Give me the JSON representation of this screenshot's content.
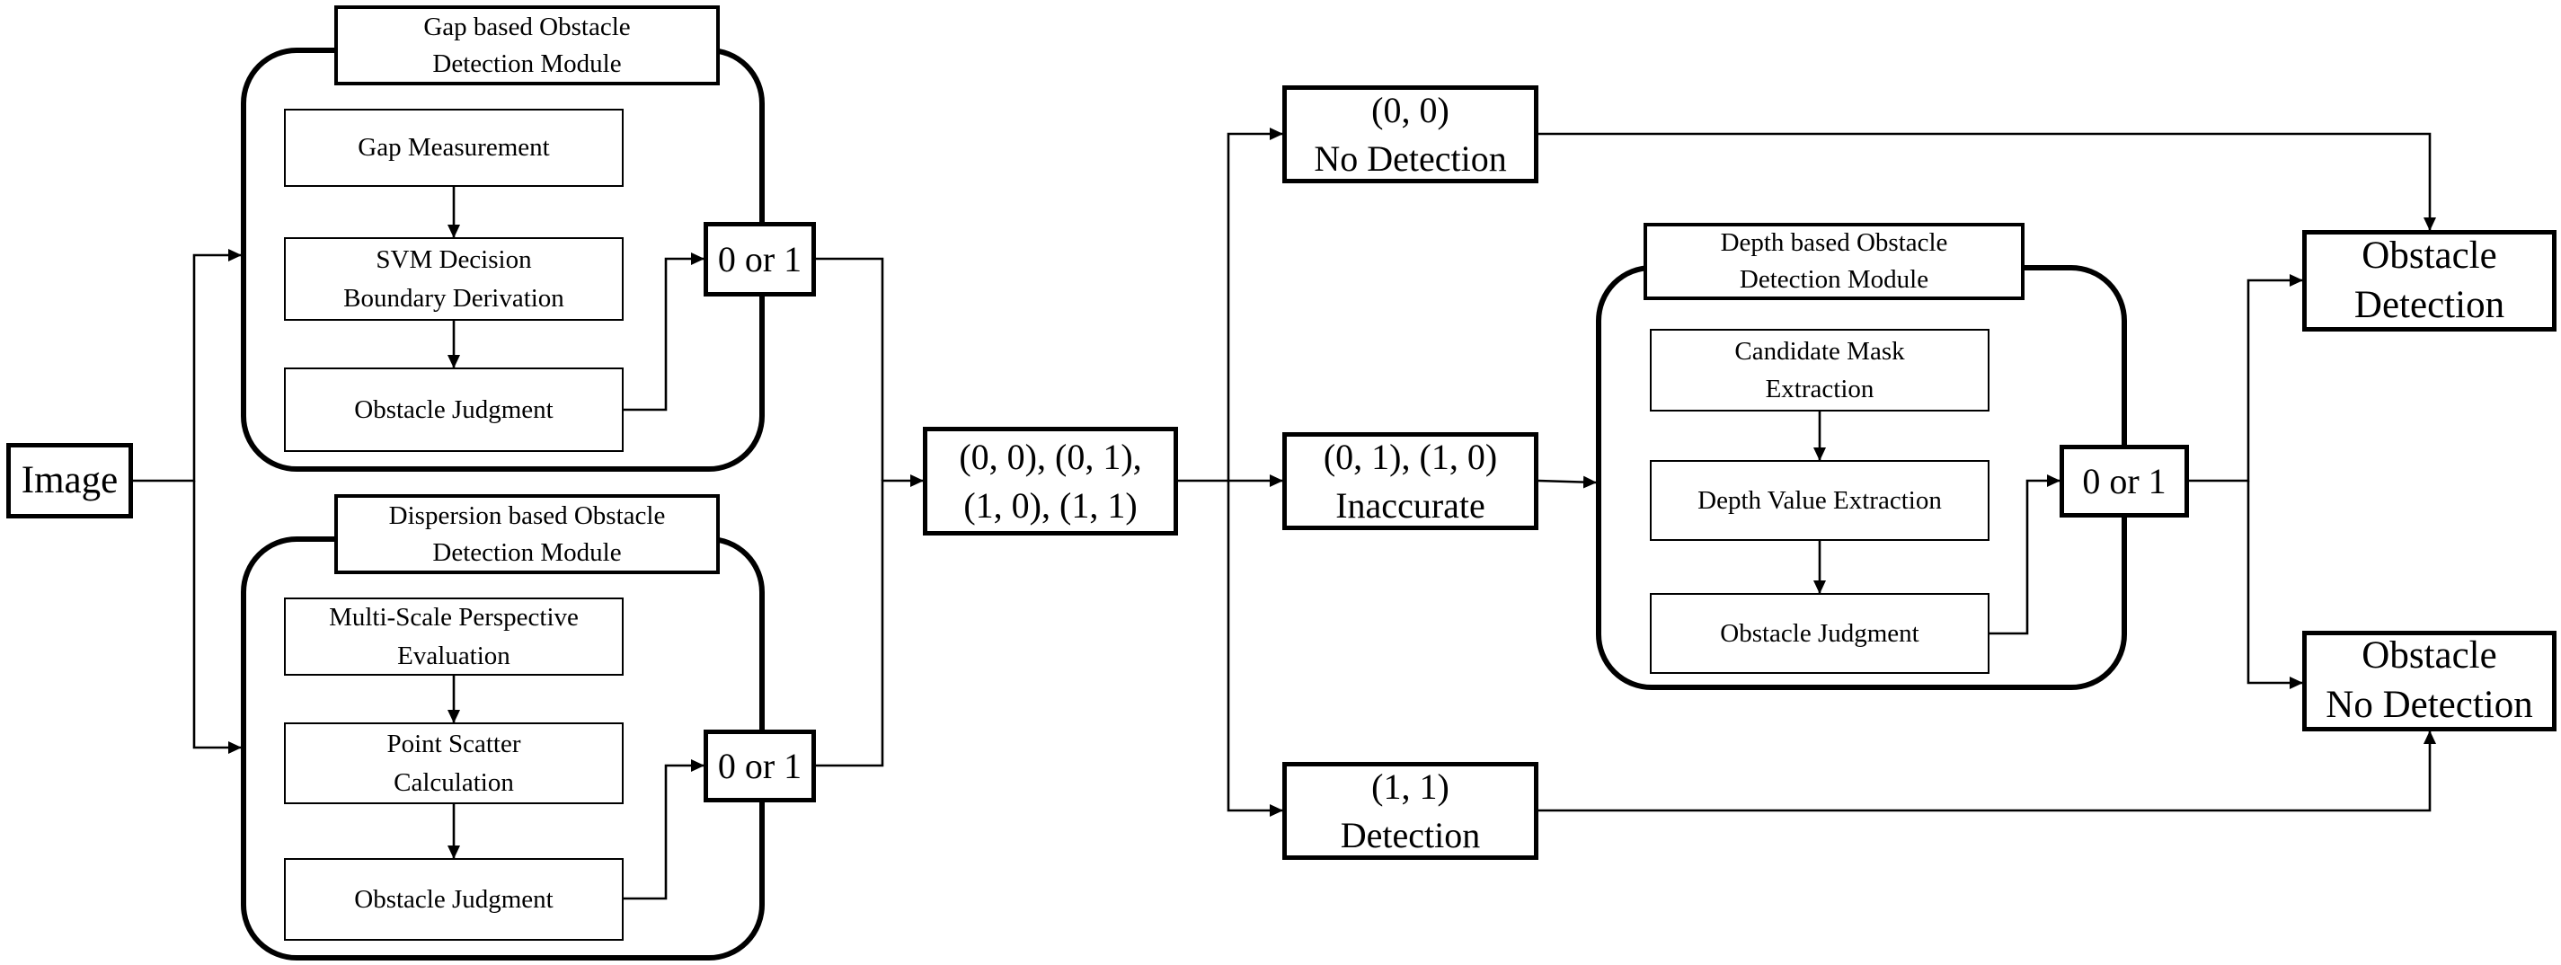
{
  "image_input": "Image",
  "gap_module": {
    "title": "Gap based Obstacle\nDetection Module",
    "steps": [
      "Gap Measurement",
      "SVM Decision\nBoundary Derivation",
      "Obstacle  Judgment"
    ],
    "output": "0 or 1"
  },
  "dispersion_module": {
    "title": "Dispersion based Obstacle\nDetection Module",
    "steps": [
      "Multi-Scale Perspective\nEvaluation",
      "Point Scatter\nCalculation",
      "Obstacle  Judgment"
    ],
    "output": "0 or 1"
  },
  "combined_output": "(0, 0), (0, 1),\n(1, 0), (1, 1)",
  "cases": {
    "no_detection": "(0, 0)\nNo Detection",
    "inaccurate": "(0, 1), (1, 0)\nInaccurate",
    "detection": "(1, 1)\nDetection"
  },
  "depth_module": {
    "title": "Depth based Obstacle\nDetection Module",
    "steps": [
      "Candidate Mask\nExtraction",
      "Depth Value Extraction",
      "Obstacle  Judgment"
    ],
    "output": "0 or 1"
  },
  "results": {
    "obstacle_detection": "Obstacle\nDetection",
    "obstacle_no_detection": "Obstacle\nNo Detection"
  }
}
